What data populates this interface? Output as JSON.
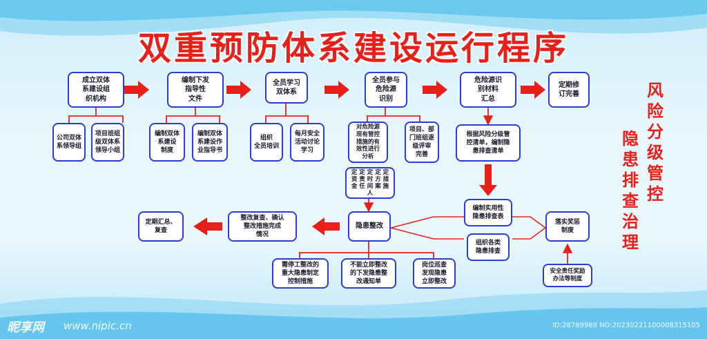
{
  "title": "双重预防体系建设运行程序",
  "side_left": "风险分级管控",
  "side_right": "隐患排查治理",
  "boxes": {
    "b1": "成立双体\n系建设组\n织机构",
    "b2": "编制下发\n指导性\n文件",
    "b3": "全员学习\n双体系",
    "b4": "全员参与\n危险源\n识别",
    "b5": "危险源识\n别材料\n汇总",
    "b6": "定期修\n订完善",
    "s1a": "公司双体\n系领导组",
    "s1b": "项目班组\n级双体系\n领导小组",
    "s2a": "编制双体\n系建设\n制度",
    "s2b": "编制双体\n系建设作\n业指导书",
    "s3a": "组织\n全员培训",
    "s3b": "每月安全\n活动讨论\n学习",
    "s4a": "对危险源\n现有管控\n措施的有\n效性进行\n分析",
    "s4b": "项目、部\n门班组逐\n级评审\n完善",
    "s5": "根据风险分级管\n控清单，编制隐\n患排查清单",
    "five": "定 定 定 定 定\n资 责 时 方 措\n金 任 间 案 施\n人",
    "hz": "隐患整改",
    "zg": "整改复查、确认\n整改措施完成\n情况",
    "dq": "定期汇总、\n复查",
    "bz": "编制实用性\n隐患排查表",
    "zz": "组织各类\n隐患排查",
    "lj": "落实奖惩\n制度",
    "aq": "安全责任奖励\n办法等制度",
    "r1": "需停工整改的\n重大隐患制定\n控制措施",
    "r2": "不能立即整改\n的下发隐患整\n改通知单",
    "r3": "岗位巡查\n发现隐患\n立即整改"
  },
  "footer": {
    "logo": "昵享网",
    "url": "www.nipic.cn",
    "id": "ID:28789989 NO:20230221100008315105"
  }
}
